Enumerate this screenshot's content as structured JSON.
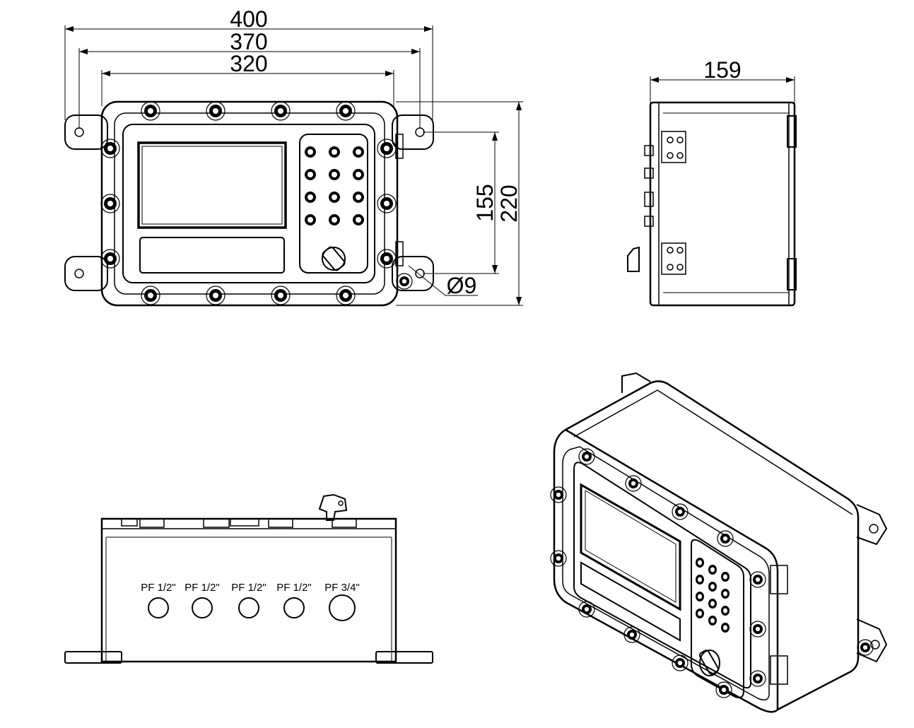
{
  "front_view": {
    "dim_overall_width": "400",
    "dim_mount_width": "370",
    "dim_body_width": "320",
    "dim_mount_height": "155",
    "dim_overall_height": "220",
    "dim_hole": "Ø9"
  },
  "side_view": {
    "dim_depth": "159"
  },
  "bottom_view": {
    "ports": [
      {
        "label": "PF 1/2\""
      },
      {
        "label": "PF 1/2\""
      },
      {
        "label": "PF 1/2\""
      },
      {
        "label": "PF 1/2\""
      },
      {
        "label": "PF 3/4\""
      }
    ]
  },
  "colors": {
    "line": "#000000",
    "background": "#ffffff"
  }
}
